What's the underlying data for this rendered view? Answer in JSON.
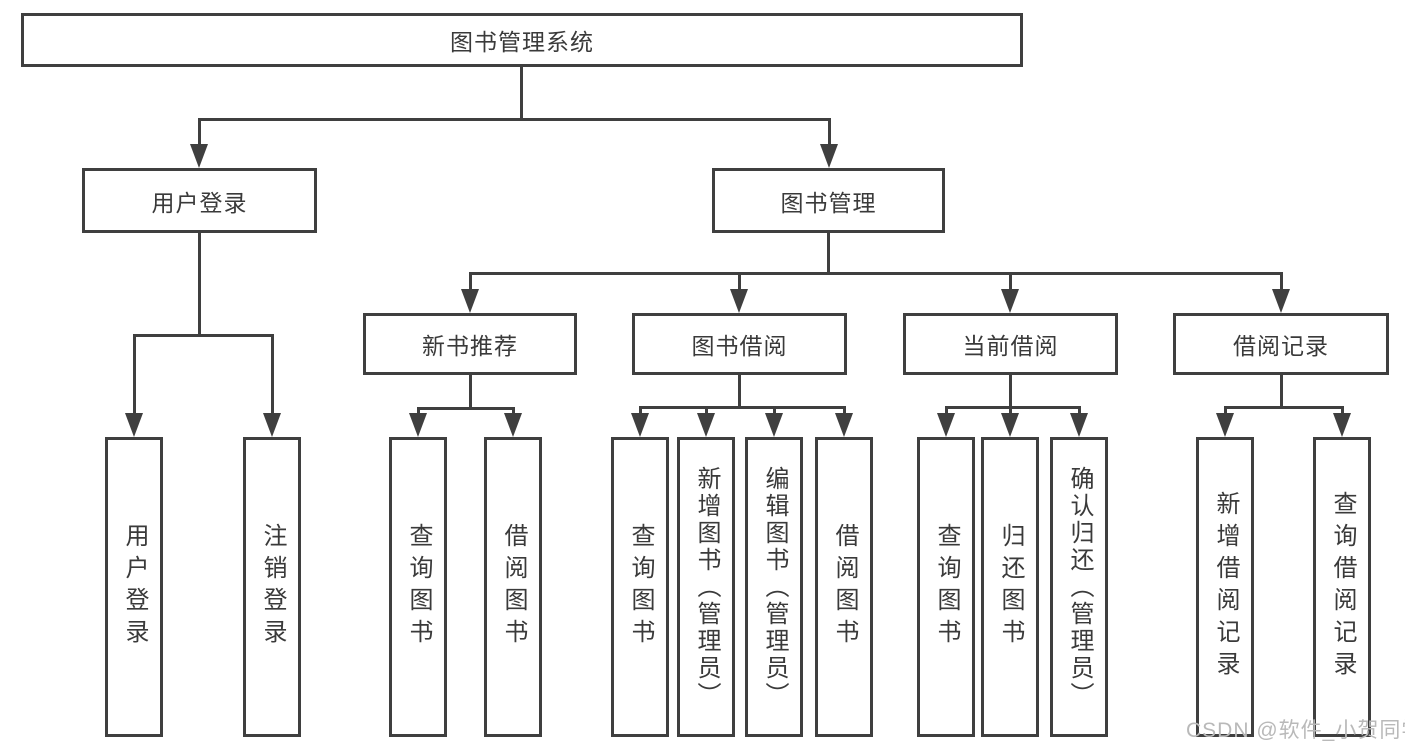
{
  "diagram_type": "hierarchy-tree",
  "colors": {
    "line": "#3f3f3f",
    "text": "#3a3a3a",
    "watermark_text_color": "#b9b9b9",
    "background": "#ffffff"
  },
  "tree": {
    "root": "图书管理系统",
    "children": [
      {
        "label": "用户登录",
        "children": [
          {
            "label": "用户登录"
          },
          {
            "label": "注销登录"
          }
        ]
      },
      {
        "label": "图书管理",
        "children": [
          {
            "label": "新书推荐",
            "children": [
              {
                "label": "查询图书"
              },
              {
                "label": "借阅图书"
              }
            ]
          },
          {
            "label": "图书借阅",
            "children": [
              {
                "label": "查询图书"
              },
              {
                "label": "新增图书（管理员）"
              },
              {
                "label": "编辑图书（管理员）"
              },
              {
                "label": "借阅图书"
              }
            ]
          },
          {
            "label": "当前借阅",
            "children": [
              {
                "label": "查询图书"
              },
              {
                "label": "归还图书"
              },
              {
                "label": "确认归还（管理员）"
              }
            ]
          },
          {
            "label": "借阅记录",
            "children": [
              {
                "label": "新增借阅记录"
              },
              {
                "label": "查询借阅记录"
              }
            ]
          }
        ]
      }
    ]
  },
  "watermark": {
    "text": "CSDN @软件_小贺同学"
  }
}
